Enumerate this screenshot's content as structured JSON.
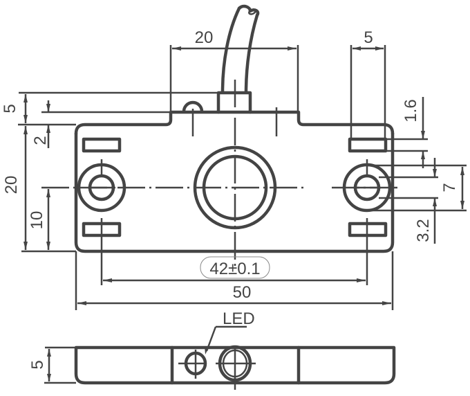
{
  "drawing": {
    "title": "Sensor dimension drawing",
    "colors": {
      "line": "#444444",
      "background": "#ffffff"
    },
    "top_view": {
      "dimensions": {
        "cable_mount_width": "20",
        "slot_width": "5",
        "top_step_height": "5",
        "step_offset": "2",
        "body_height": "20",
        "center_height": "10",
        "slot_thickness": "1.6",
        "hole_band": "7",
        "hole_diameter": "3.2",
        "hole_spacing": "42±0.1",
        "overall_width": "50"
      }
    },
    "side_view": {
      "led_label": "LED",
      "thickness": "5"
    }
  }
}
